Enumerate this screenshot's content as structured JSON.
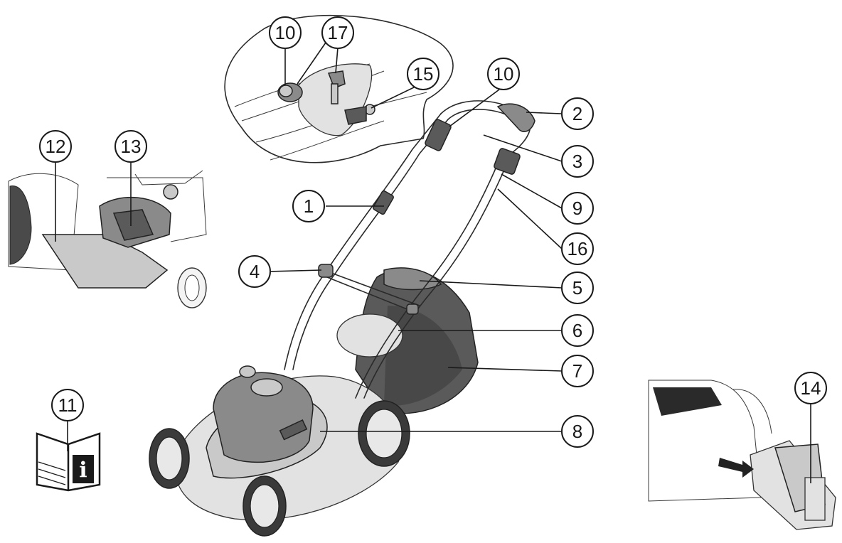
{
  "callouts": {
    "c1": "1",
    "c2": "2",
    "c3": "3",
    "c4": "4",
    "c5": "5",
    "c6": "6",
    "c7": "7",
    "c8": "8",
    "c9": "9",
    "c10_detail": "10",
    "c10_main": "10",
    "c11": "11",
    "c12": "12",
    "c13": "13",
    "c14": "14",
    "c15": "15",
    "c16": "16",
    "c17": "17"
  },
  "manual_icon": {
    "letter": "i",
    "icon": "read-manual-icon"
  }
}
